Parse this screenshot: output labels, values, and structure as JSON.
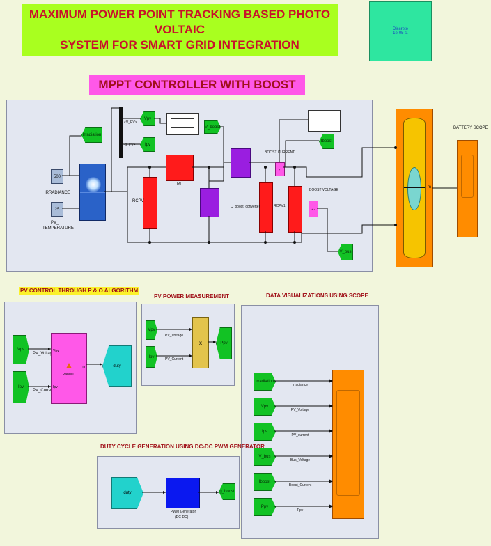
{
  "title": {
    "line1": "MAXIMUM POWER  POINT TRACKING BASED PHOTO VOLTAIC",
    "line2": "SYSTEM FOR SMART GRID INTEGRATION"
  },
  "powergui": {
    "line1": "Discrete",
    "line2": "1e-05 s."
  },
  "section_mppt": "MPPT CONTROLLER WITH BOOST CONVERTER",
  "mppt": {
    "irradiance_value": "500",
    "irradiance_label": "IRRADIANCE",
    "temperature_value": "25",
    "temperature_label1": "PV_",
    "temperature_label2": "TEMPERATURE",
    "tag_irradiation": "Irradiation",
    "tag_vpv": "Vpv",
    "tag_ipv": "Ipv",
    "bus_label_v": "<V_PV>",
    "bus_label_i": "<I_PV>",
    "tag_v_boost": "V_boost",
    "tag_iboost": "Iboost",
    "tag_vbus": "V_bus",
    "rl_label": "RL",
    "rcpv_label": "RCPV",
    "c_boost_label": "C_boost_converter",
    "rcpv1_label": "RCPV1",
    "boost_current_label": "BOOST CURRENT",
    "boost_voltage_label": "BOOST VOLTAGE",
    "battery_port": "m",
    "battery_scope_label": "BATTERY SCOPE",
    "ammeter_glyph": "+ i",
    "voltmeter_glyph": "+ v"
  },
  "pno": {
    "header": "PV CONTROL THROUGH P & O ALGORITHM",
    "tag_vpv": "Vpv",
    "tag_ipv": "Ipv",
    "line_v": "PV_Voltage",
    "line_i": "PV_Current",
    "port_vpv": "Vpv",
    "port_ipv": "Ipv",
    "port_d": "D",
    "block_label": "PandO",
    "out_tag": "duty"
  },
  "power": {
    "header": "PV POWER MEASUREMENT",
    "tag_vpv": "Vpv",
    "tag_ipv": "Ipv",
    "line_v": "PV_Voltage",
    "line_i": "PV_Current",
    "product": "x",
    "out_tag": "Ppv"
  },
  "viz": {
    "header": "DATA VISUALIZATIONS USING SCOPE",
    "rows": [
      {
        "tag": "Irradiation",
        "label": "irradiance"
      },
      {
        "tag": "Vpv",
        "label": "PV_Voltage"
      },
      {
        "tag": "Ipv",
        "label": "PV_current"
      },
      {
        "tag": "V_bus",
        "label": "Bus_Voltage"
      },
      {
        "tag": "Iboost",
        "label": "Boost_Current"
      },
      {
        "tag": "Ppv",
        "label": "Ppv"
      }
    ]
  },
  "pwm": {
    "header": "DUTY CYCLE GENERATION USING DC-DC PWM GENERATOR",
    "in_tag": "duty",
    "block_label1": "PWM Generator",
    "block_label2": "(DC-DC)",
    "out_tag": "g_boost"
  }
}
